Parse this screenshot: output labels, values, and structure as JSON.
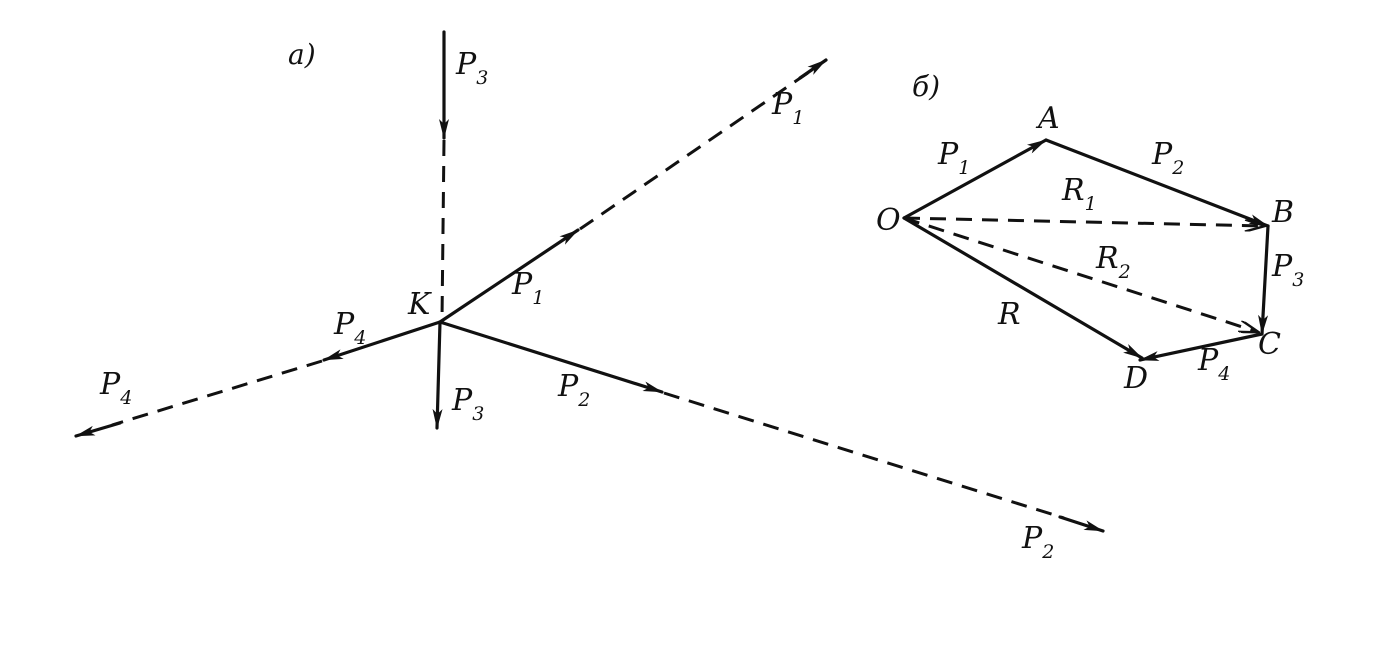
{
  "panels": {
    "a": "а)",
    "b": "б)"
  },
  "force_symbol": "P",
  "forces": {
    "p1": "1",
    "p2": "2",
    "p3": "3",
    "p4": "4"
  },
  "resultants": {
    "symbol": "R",
    "r1": "1",
    "r2": "2"
  },
  "points": {
    "k": "K",
    "o": "O",
    "a": "A",
    "b": "B",
    "c": "C",
    "d": "D"
  },
  "colors": {
    "ink": "#111111",
    "paper": "#ffffff"
  }
}
